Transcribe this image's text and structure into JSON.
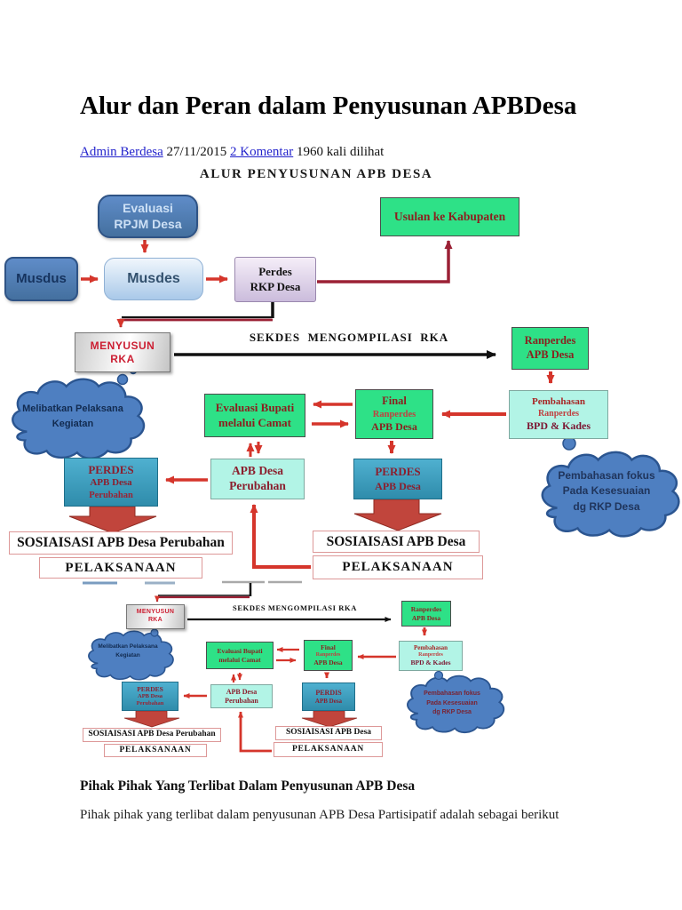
{
  "article": {
    "title": "Alur dan Peran dalam Penyusunan APBDesa",
    "author_link": "Admin Berdesa",
    "date": "27/11/2015",
    "comments_link": "2 Komentar",
    "views": "1960 kali dilihat",
    "section_heading": "Pihak Pihak Yang Terlibat Dalam Penyusunan APB Desa",
    "section_paragraph": "Pihak pihak yang terlibat dalam penyusunan APB Desa Partisipatif adalah sebagai berikut"
  },
  "diagram": {
    "title": "ALUR PENYUSUNAN APB DESA",
    "evaluasi_rpjm": {
      "l1": "Evaluasi",
      "l2": "RPJM Desa"
    },
    "usulan": "Usulan ke Kabupaten",
    "musdus": "Musdus",
    "musdes": "Musdes",
    "perdes_rkp": {
      "l1": "Perdes",
      "l2": "RKP Desa"
    },
    "menyusun": {
      "l1": "MENYUSUN",
      "l2": "RKA"
    },
    "sekdes_label": "SEKDES  MENGOMPILASI  RKA",
    "ranperdes_apb": {
      "l1": "Ranperdes",
      "l2": "APB Desa"
    },
    "pembahasan_bpd": {
      "l1": "Pembahasan",
      "l2": "Ranperdes",
      "l3": "BPD & Kades"
    },
    "final_ranperdes": {
      "l1": "Final",
      "l2": "Ranperdes",
      "l3": "APB Desa"
    },
    "evaluasi_bupati": {
      "l1": "Evaluasi Bupati",
      "l2": "melalui Camat"
    },
    "cloud_left": {
      "l1": "Melibatkan Pelaksana",
      "l2": "Kegiatan"
    },
    "cloud_right": {
      "l1": "Pembahasan fokus",
      "l2": "Pada Kesesuaian",
      "l3": "dg RKP Desa"
    },
    "perdes_perubahan": {
      "l1": "PERDES",
      "l2": "APB Desa",
      "l3": "Perubahan"
    },
    "apb_perubahan": {
      "l1": "APB Desa",
      "l2": "Perubahan"
    },
    "perdes_apb": {
      "l1": "PERDES",
      "l2": "APB Desa"
    },
    "sosialisasi_perubahan": "SOSIAISASI APB Desa Perubahan",
    "pelaksanaan_left": "PELAKSANAAN",
    "sosialisasi": "SOSIAISASI APB Desa",
    "pelaksanaan_right": "PELAKSANAAN"
  },
  "mini": {
    "menyusun": {
      "l1": "MENYUSUN",
      "l2": "RKA"
    },
    "sekdes_label": "SEKDES MENGOMPILASI RKA",
    "ranperdes_apb": {
      "l1": "Ranperdes",
      "l2": "APB Desa"
    },
    "pembahasan_bpd": {
      "l1": "Pembahasan",
      "l2": "Ranperdes",
      "l3": "BPD & Kades"
    },
    "final_ranperdes": {
      "l1": "Final",
      "l2": "Ranperdes",
      "l3": "APB Desa"
    },
    "evaluasi_bupati": {
      "l1": "Evaluasi Bupati",
      "l2": "melalui Camat"
    },
    "cloud_left": {
      "l1": "Melibatkan Pelaksana",
      "l2": "Kegiatan"
    },
    "cloud_right": {
      "l1": "Pembahasan fokus",
      "l2": "Pada Kesesuaian",
      "l3": "dg RKP Desa"
    },
    "perdes_perubahan": {
      "l1": "PERDES",
      "l2": "APB Desa",
      "l3": "Perubahan"
    },
    "apb_perubahan": {
      "l1": "APB Desa",
      "l2": "Perubahan"
    },
    "perdis": {
      "l1": "PERDIS",
      "l2": "APB Desa"
    },
    "sosialisasi_perubahan": "SOSIAISASI APB Desa Perubahan",
    "pelaksanaan_left": "PELAKSANAAN",
    "sosialisasi": "SOSIAISASI APB Desa",
    "pelaksanaan_right": "PELAKSANAAN"
  },
  "colors": {
    "green_box": "#2ee187",
    "teal_box": "#3f9fc0",
    "pale_cyan_box": "#b2f4e6",
    "blue_node": "#4e7fc1",
    "red_arrow": "#d5352b",
    "maroon_arrow": "#9b2135",
    "dark_red_text": "#8b1f1f",
    "link_blue": "#2323cc"
  }
}
